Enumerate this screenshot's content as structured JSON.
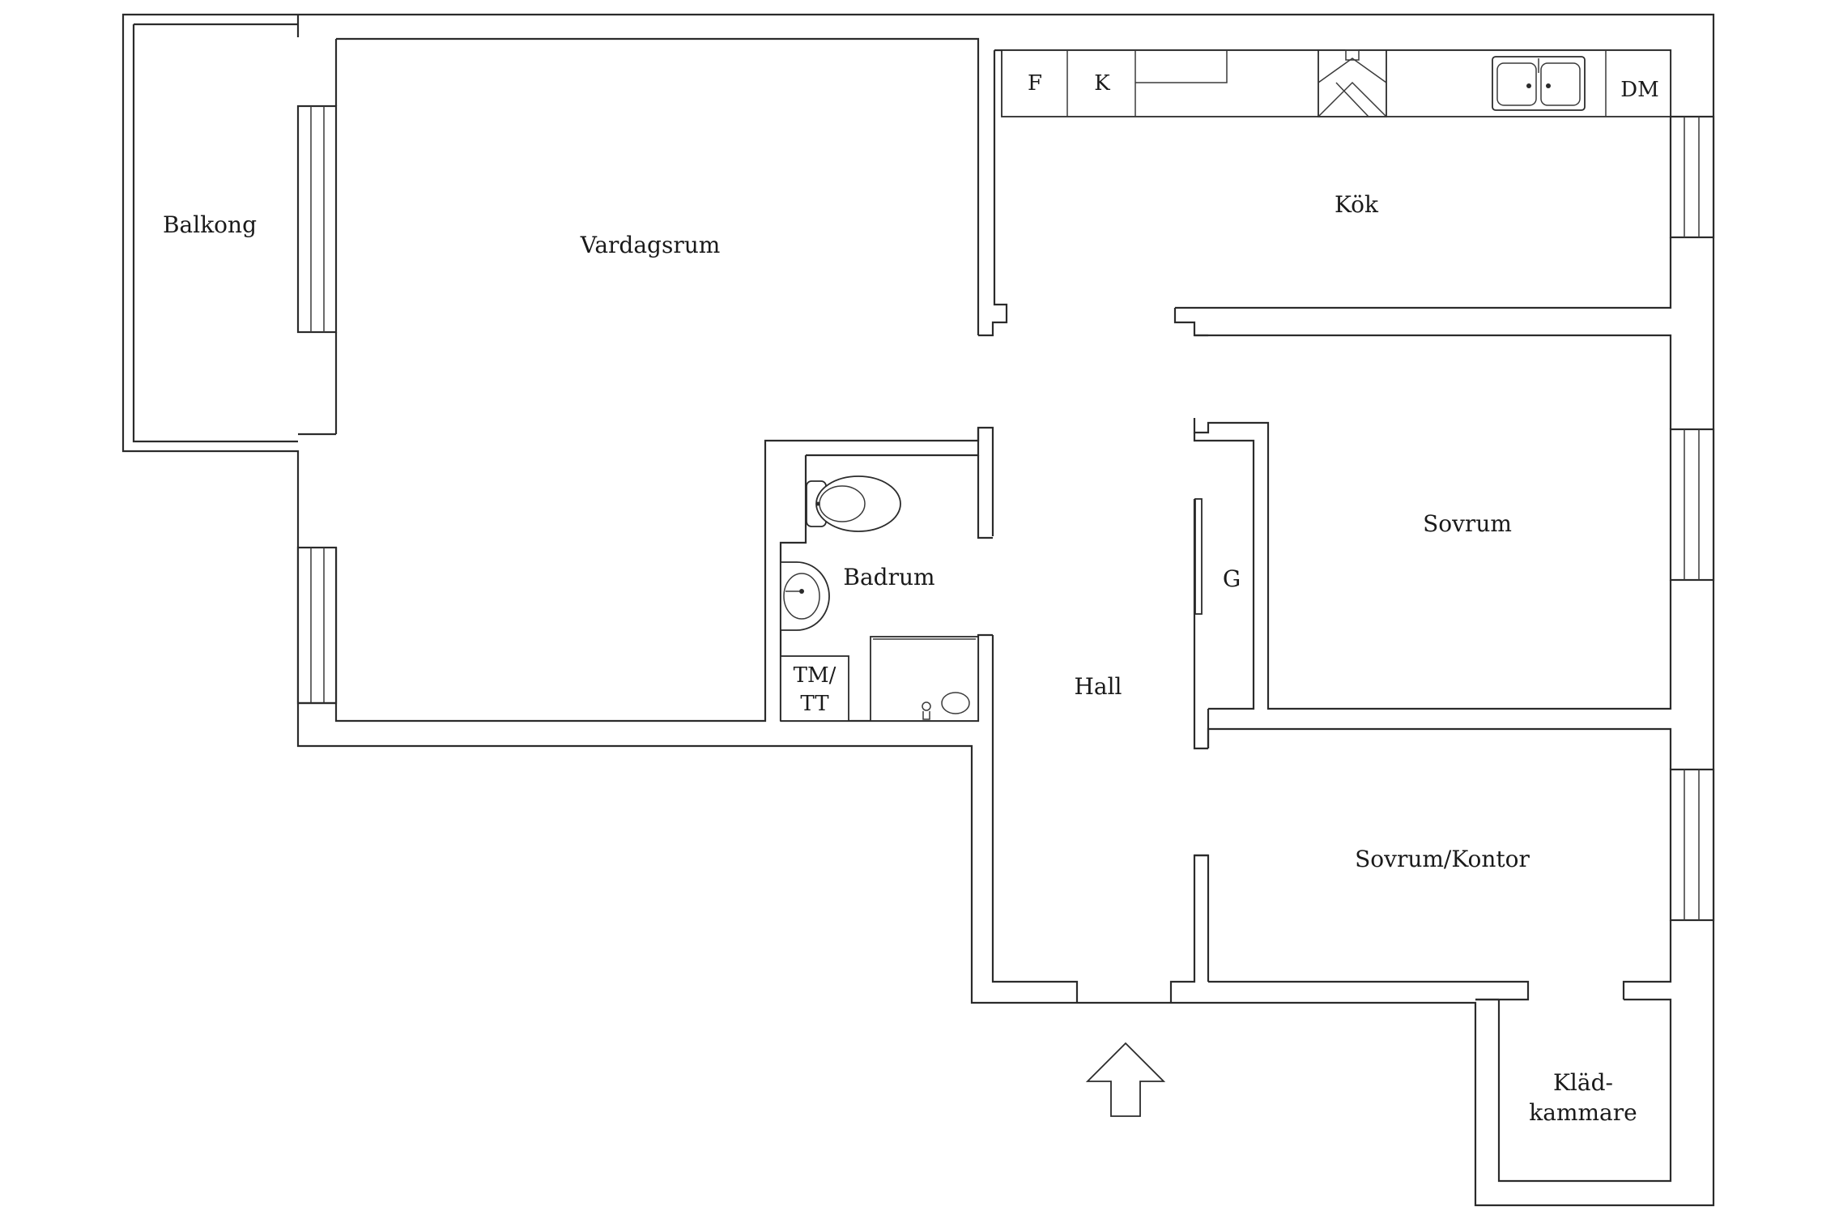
{
  "rooms": {
    "balkong": "Balkong",
    "vardagsrum": "Vardagsrum",
    "kok": "Kök",
    "sovrum": "Sovrum",
    "badrum": "Badrum",
    "garderob": "G",
    "hall": "Hall",
    "sovrum_kontor": "Sovrum/Kontor",
    "kladkammare_1": "Kläd-",
    "kladkammare_2": "kammare"
  },
  "appliances": {
    "fridge": "F",
    "freezer": "K",
    "dishwasher": "DM",
    "washer_1": "TM/",
    "washer_2": "TT"
  }
}
